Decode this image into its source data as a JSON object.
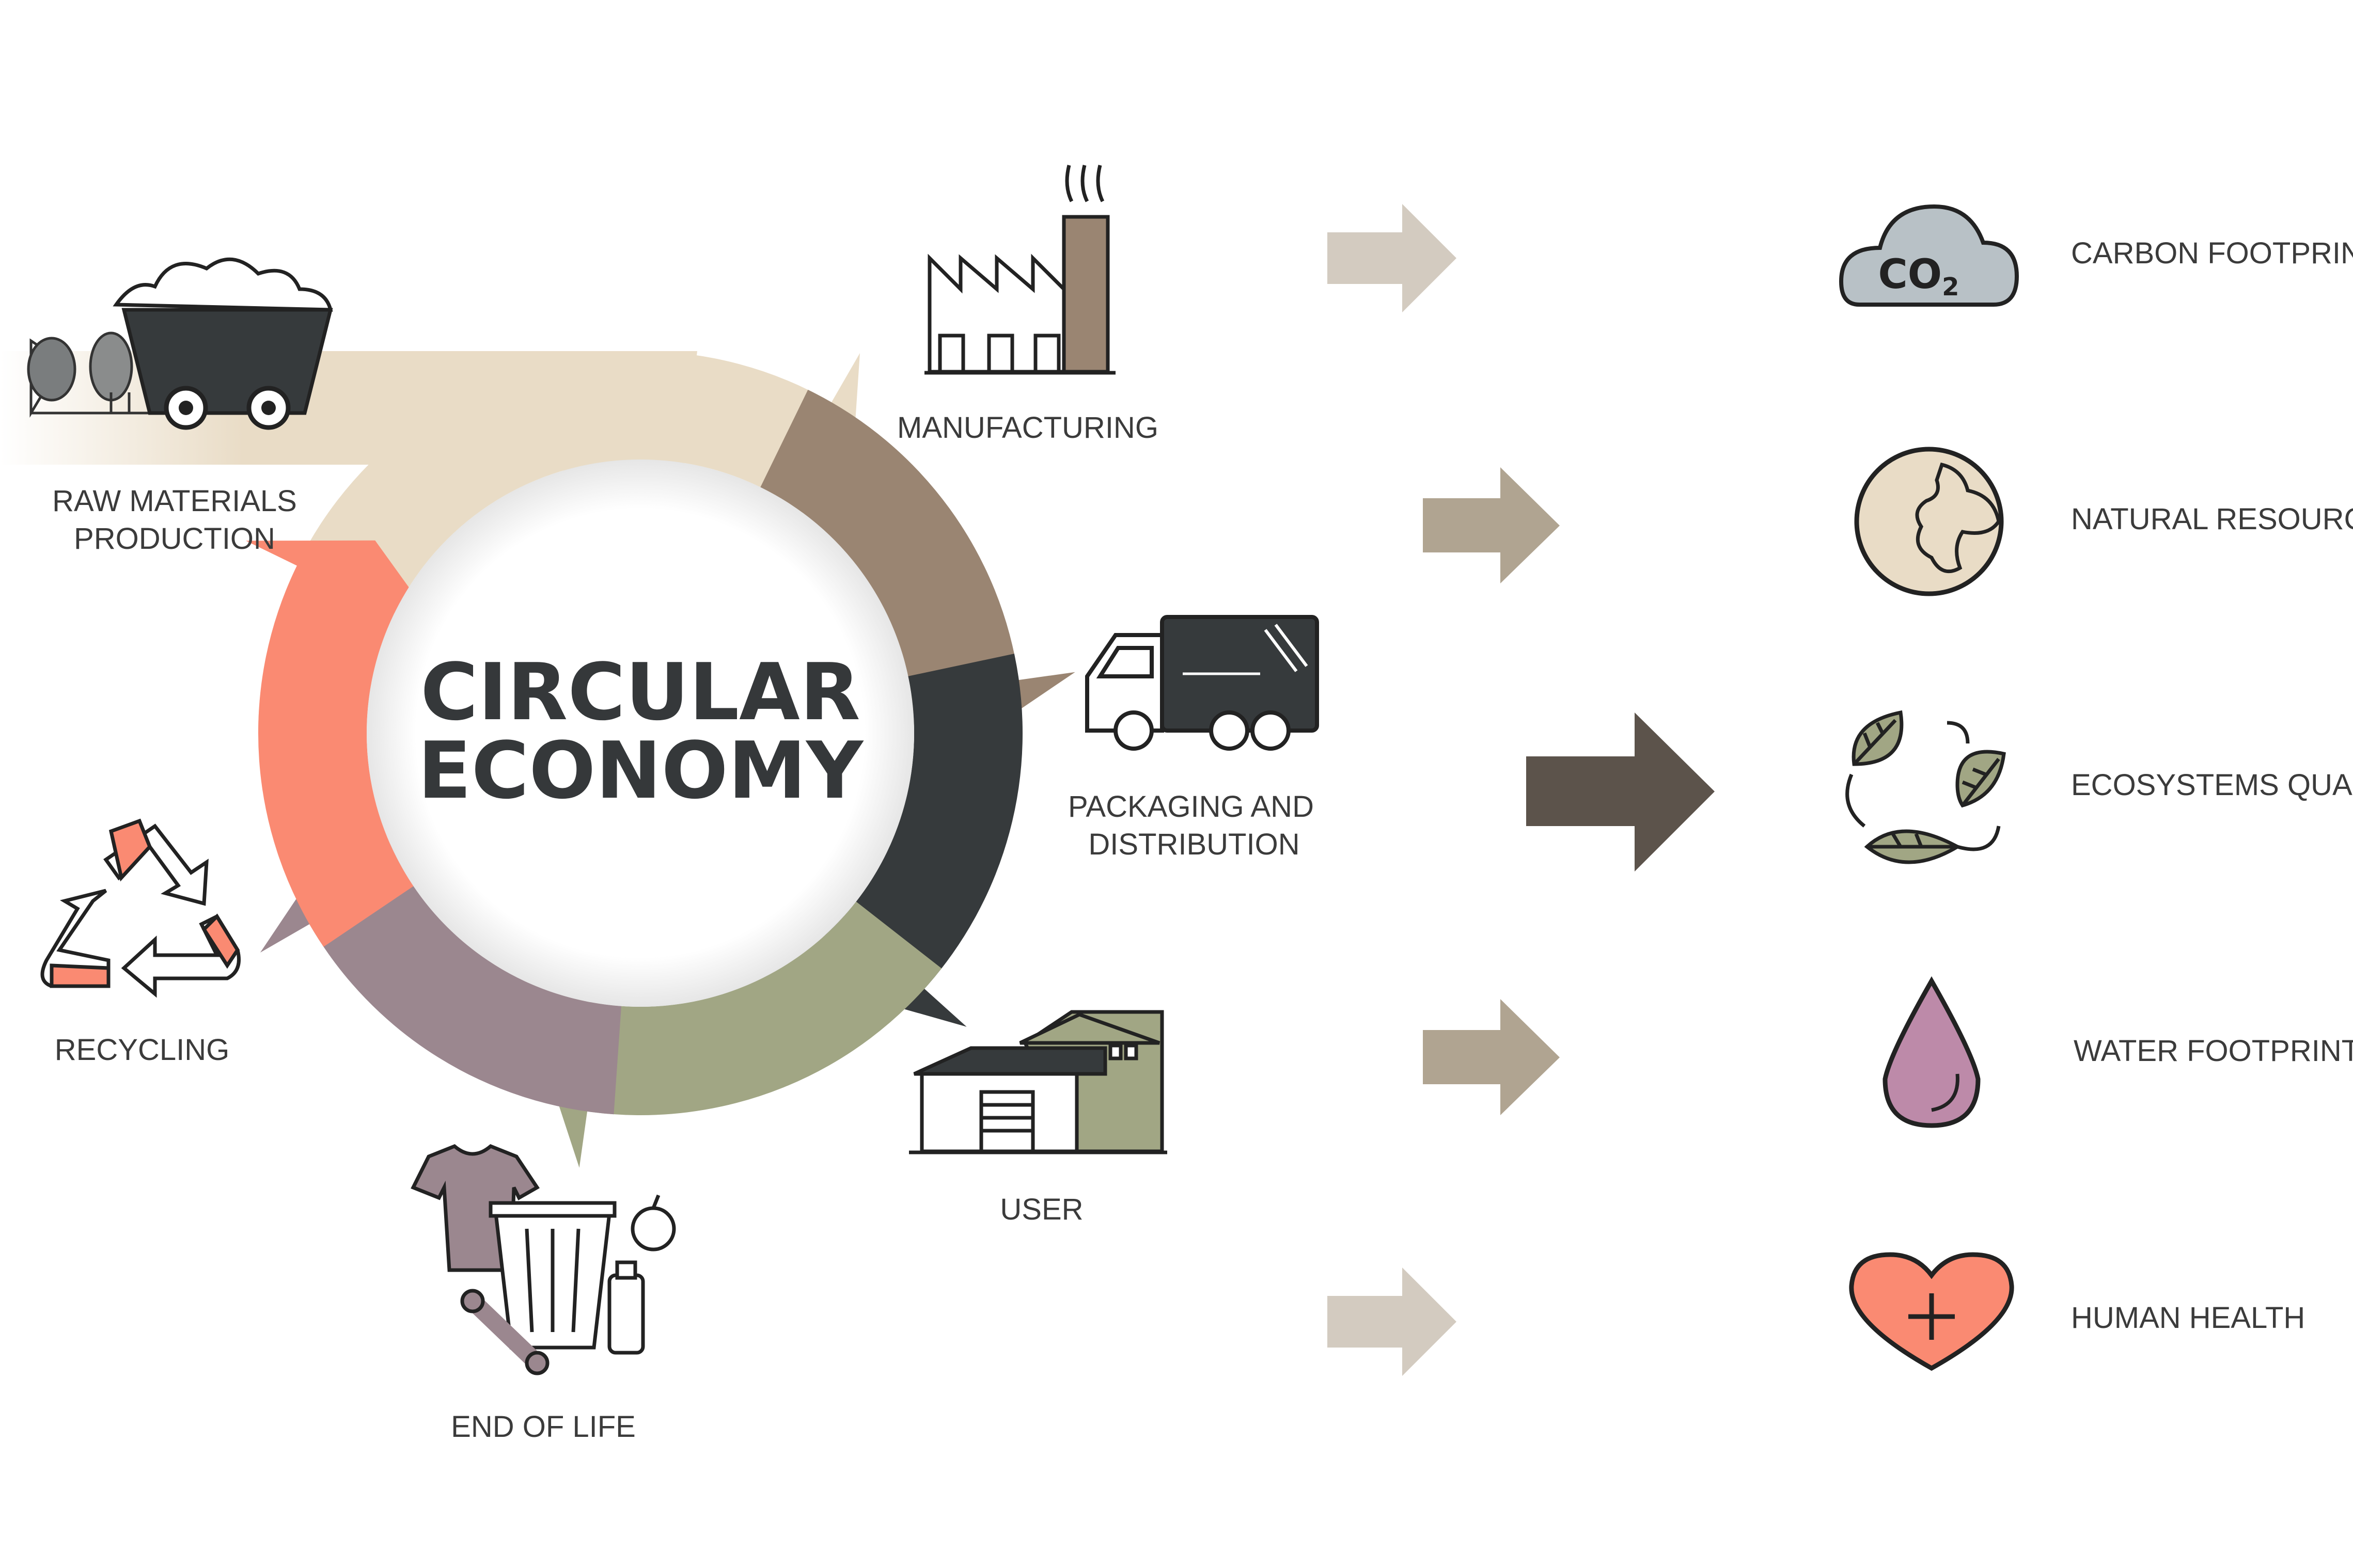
{
  "title": {
    "line1": "CIRCULAR",
    "line2": "ECONOMY"
  },
  "stages": [
    {
      "id": "raw-materials",
      "line1": "RAW MATERIALS",
      "line2": "PRODUCTION",
      "icon": "mine-cart-icon"
    },
    {
      "id": "manufacturing",
      "line1": "MANUFACTURING",
      "line2": "",
      "icon": "factory-icon"
    },
    {
      "id": "packaging",
      "line1": "PACKAGING AND",
      "line2": "DISTRIBUTION",
      "icon": "truck-icon"
    },
    {
      "id": "user",
      "line1": "USER",
      "line2": "",
      "icon": "house-icon"
    },
    {
      "id": "end-of-life",
      "line1": "END OF LIFE",
      "line2": "",
      "icon": "trash-bin-icon"
    },
    {
      "id": "recycling",
      "line1": "RECYCLING",
      "line2": "",
      "icon": "recycle-icon"
    }
  ],
  "impacts": [
    {
      "label": "CARBON FOOTPRINT",
      "icon": "co2-cloud-icon",
      "icon_text": "CO",
      "icon_sub": "2"
    },
    {
      "label": "NATURAL RESOURCES",
      "icon": "globe-icon"
    },
    {
      "label": "ECOSYSTEMS QUALITY",
      "icon": "leaves-icon"
    },
    {
      "label": "WATER FOOTPRINT",
      "icon": "water-drop-icon"
    },
    {
      "label": "HUMAN HEALTH",
      "icon": "heart-plus-icon"
    }
  ],
  "colors": {
    "raw": "#e9dcc6",
    "manufacturing": "#9a8572",
    "packaging": "#363a3c",
    "user": "#a1a684",
    "end_of_life": "#9b878f",
    "recycling": "#fa8a72",
    "arrow_light": "#d3cbc0",
    "arrow_mid": "#b0a491",
    "arrow_dark": "#5c534b",
    "cloud": "#b8c1c6",
    "globe": "#e9dcc6",
    "leaf": "#a1a684",
    "drop": "#bd8aa9",
    "heart": "#fa8a72"
  }
}
